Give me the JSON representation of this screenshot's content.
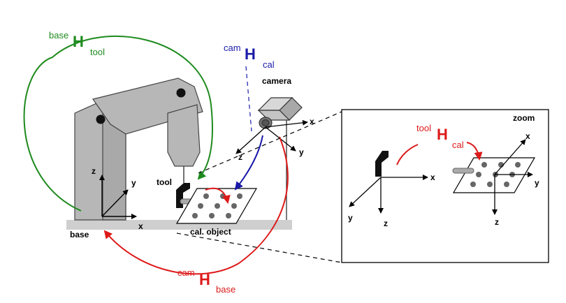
{
  "colors": {
    "green": "#1e8a1e",
    "red": "#dd1a1a",
    "blue": "#1a1aa8",
    "robot_gray": "#b7b7b7",
    "floor_gray": "#cfcfcf",
    "dot_gray": "#666666"
  },
  "transforms": {
    "base_tool": {
      "sup": "base",
      "main": "H",
      "sub": "tool"
    },
    "cam_cal": {
      "sup": "cam",
      "main": "H",
      "sub": "cal"
    },
    "cam_base": {
      "sup": "cam",
      "main": "H",
      "sub": "base"
    },
    "tool_cal": {
      "sup": "tool",
      "main": "H",
      "sub": "cal"
    }
  },
  "labels": {
    "camera": "camera",
    "tool": "tool",
    "base": "base",
    "cal_object": "cal. object",
    "zoom": "zoom"
  },
  "axes": {
    "x": "x",
    "y": "y",
    "z": "z"
  }
}
